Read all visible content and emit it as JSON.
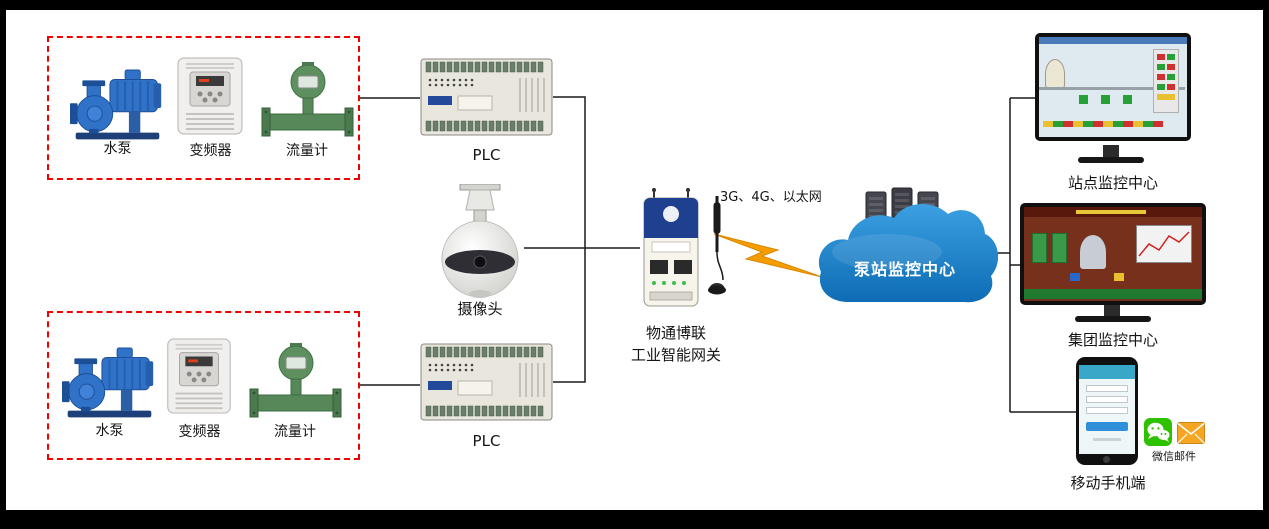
{
  "colors": {
    "group_border": "#f20000",
    "connection_line": "#1a1a1a",
    "cloud_blue": "#1b87d3",
    "lightning_orange": "#f59d00",
    "wechat_green": "#2dc100",
    "mail_orange": "#f6a623",
    "pump_blue": "#2f72c8",
    "flowmeter_green": "#57885a"
  },
  "groups": [
    {
      "devices": [
        {
          "label": "水泵"
        },
        {
          "label": "变频器"
        },
        {
          "label": "流量计"
        }
      ]
    },
    {
      "devices": [
        {
          "label": "水泵"
        },
        {
          "label": "变频器"
        },
        {
          "label": "流量计"
        }
      ]
    }
  ],
  "plc": {
    "top_label": "PLC",
    "bottom_label": "PLC"
  },
  "camera": {
    "label": "摄像头"
  },
  "gateway": {
    "line1": "物通博联",
    "line2": "工业智能网关"
  },
  "wan": {
    "label": "3G、4G、以太网"
  },
  "cloud": {
    "label": "泵站监控中心"
  },
  "endpoints": {
    "site": {
      "label": "站点监控中心"
    },
    "group": {
      "label": "集团监控中心"
    },
    "mobile": {
      "label": "移动手机端",
      "icons_label": "微信邮件"
    }
  }
}
